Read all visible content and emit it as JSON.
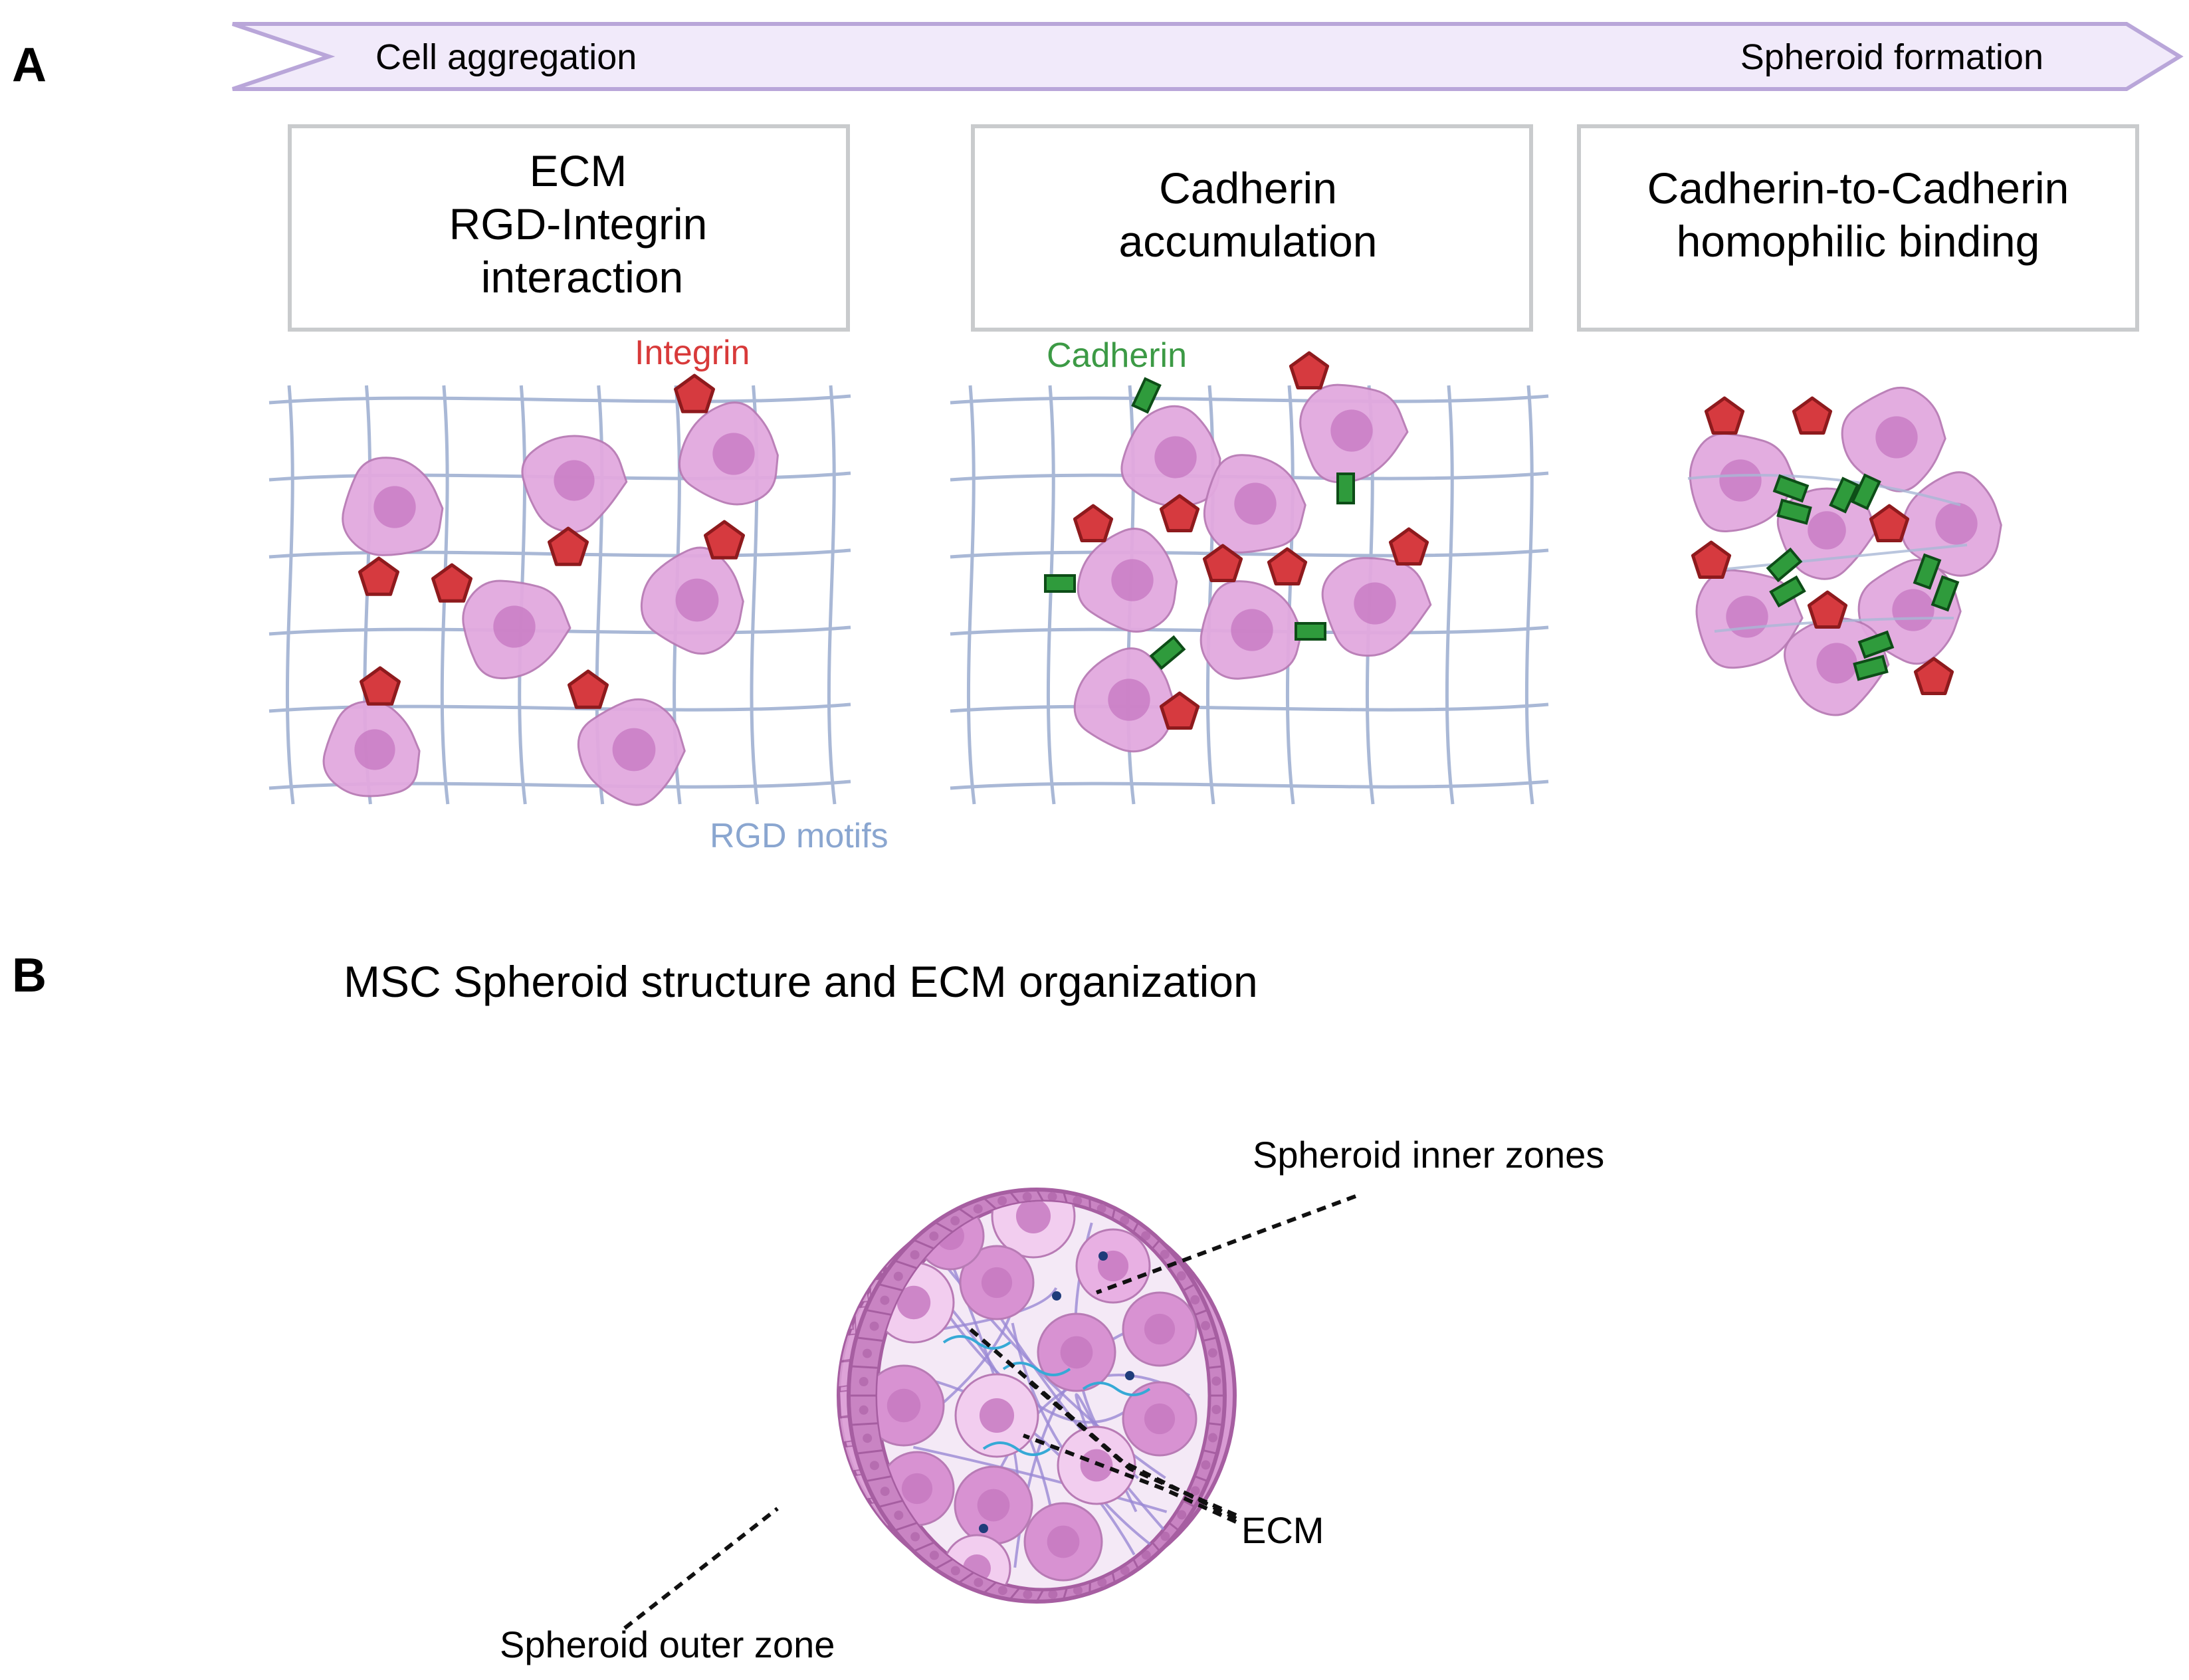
{
  "panel_a": {
    "letter": "A",
    "arrow": {
      "start_label": "Cell aggregation",
      "end_label": "Spheroid formation"
    },
    "stages": [
      {
        "lines": [
          "ECM",
          "RGD-Integrin",
          "interaction"
        ]
      },
      {
        "lines": [
          "Cadherin",
          "accumulation"
        ]
      },
      {
        "lines": [
          "Cadherin-to-Cadherin",
          "homophilic binding"
        ]
      }
    ],
    "labels": {
      "integrin": "Integrin",
      "cadherin": "Cadherin",
      "rgd": "RGD motifs"
    }
  },
  "panel_b": {
    "letter": "B",
    "title": "MSC Spheroid structure and ECM organization",
    "callouts": {
      "inner": "Spheroid inner zones",
      "ecm": "ECM",
      "outer": "Spheroid outer zone"
    }
  },
  "colors": {
    "cell_fill": "#e2a9df",
    "cell_stroke": "#b87bb5",
    "nucleus": "#c97dc4",
    "integrin_fill": "#d63a3f",
    "integrin_stroke": "#8e1a1d",
    "cadherin_fill": "#2f9b3c",
    "cadherin_stroke": "#0d4d17",
    "mesh": "#a9b8d6",
    "integrin_text": "#d83a3a",
    "cadherin_text": "#3c9a45",
    "rgd_text": "#8aa6d0",
    "arrow_fill": "#f1eafa",
    "arrow_stroke": "#b9a6d9",
    "box_stroke": "#c9cbcd",
    "shell": "#d08ecb",
    "shell_dark": "#a65ea1"
  }
}
